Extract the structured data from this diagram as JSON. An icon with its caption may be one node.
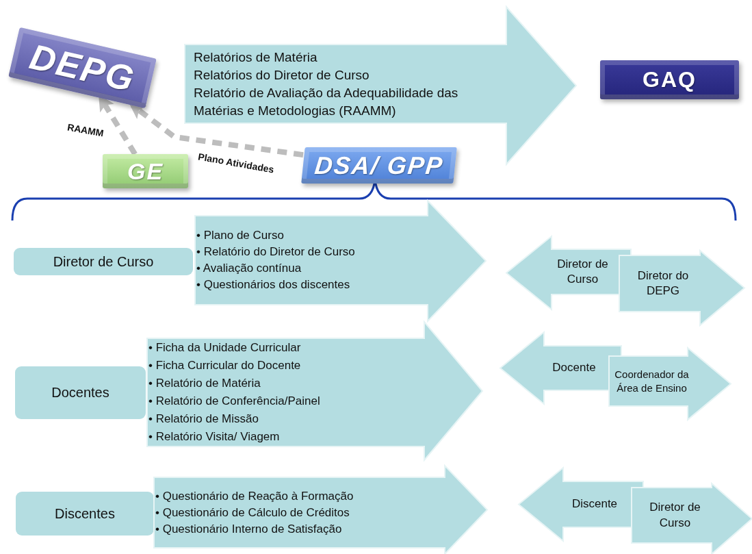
{
  "diagram": {
    "nodes": [
      {
        "text": [
          "DEPG"
        ]
      },
      {
        "text": [
          "GAQ"
        ]
      },
      {
        "text": [
          "Relatórios de Matéria",
          "Relatórios do Diretor de Curso",
          "Relatório de Avaliação da Adequabilidade das Matérias e Metodologias (RAAMM)"
        ]
      },
      {
        "text": [
          "GE"
        ]
      },
      {
        "text": [
          "DSA/ GPP"
        ]
      },
      {
        "text": [
          "Diretor de Curso"
        ]
      },
      {
        "text": [
          "• Plano de Curso",
          "• Relatório do Diretor de Curso",
          "• Avaliação contínua",
          "• Questionários dos discentes"
        ]
      },
      {
        "text": [
          "Diretor de Curso"
        ]
      },
      {
        "text": [
          "Diretor do DEPG"
        ]
      },
      {
        "text": [
          "Docentes"
        ]
      },
      {
        "text": [
          "• Ficha da Unidade Curricular",
          "• Ficha Curricular do Docente",
          "• Relatório de Matéria",
          "• Relatório de Conferência/Painel",
          "• Relatório de Missão",
          "• Relatório Visita/ Viagem"
        ]
      },
      {
        "text": [
          "Docente"
        ]
      },
      {
        "text": [
          "Coordenador da Área de Ensino"
        ]
      },
      {
        "text": [
          "Discentes"
        ]
      },
      {
        "text": [
          "• Questionário de Reação à Formação",
          "• Questionário de Cálculo de Créditos",
          "• Questionário Interno de Satisfação"
        ]
      },
      {
        "text": [
          "Discente"
        ]
      },
      {
        "text": [
          "Diretor de Curso"
        ]
      }
    ],
    "edges": [
      {
        "from": 3,
        "to": 0,
        "arrow": "to",
        "label": "RAAMM",
        "style": "dashed"
      },
      {
        "from": 4,
        "to": 0,
        "arrow": "to",
        "label": "Plano Atividades",
        "style": "dashed"
      }
    ]
  }
}
